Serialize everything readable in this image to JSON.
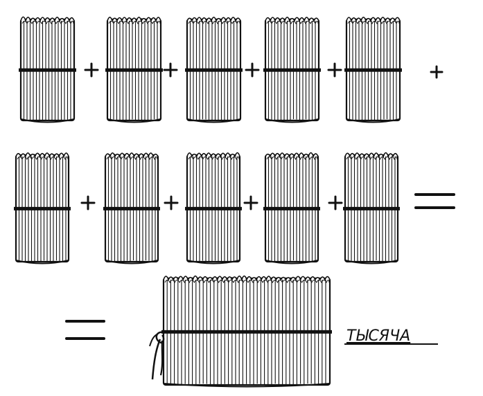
{
  "diagram": {
    "rows": [
      {
        "bundles": 5,
        "trailing_symbol": "+"
      },
      {
        "bundles": 5,
        "trailing_symbol": "="
      }
    ],
    "operator_between": "+",
    "result": {
      "leading_symbol": "=",
      "label": "ТЫСЯЧА"
    }
  }
}
